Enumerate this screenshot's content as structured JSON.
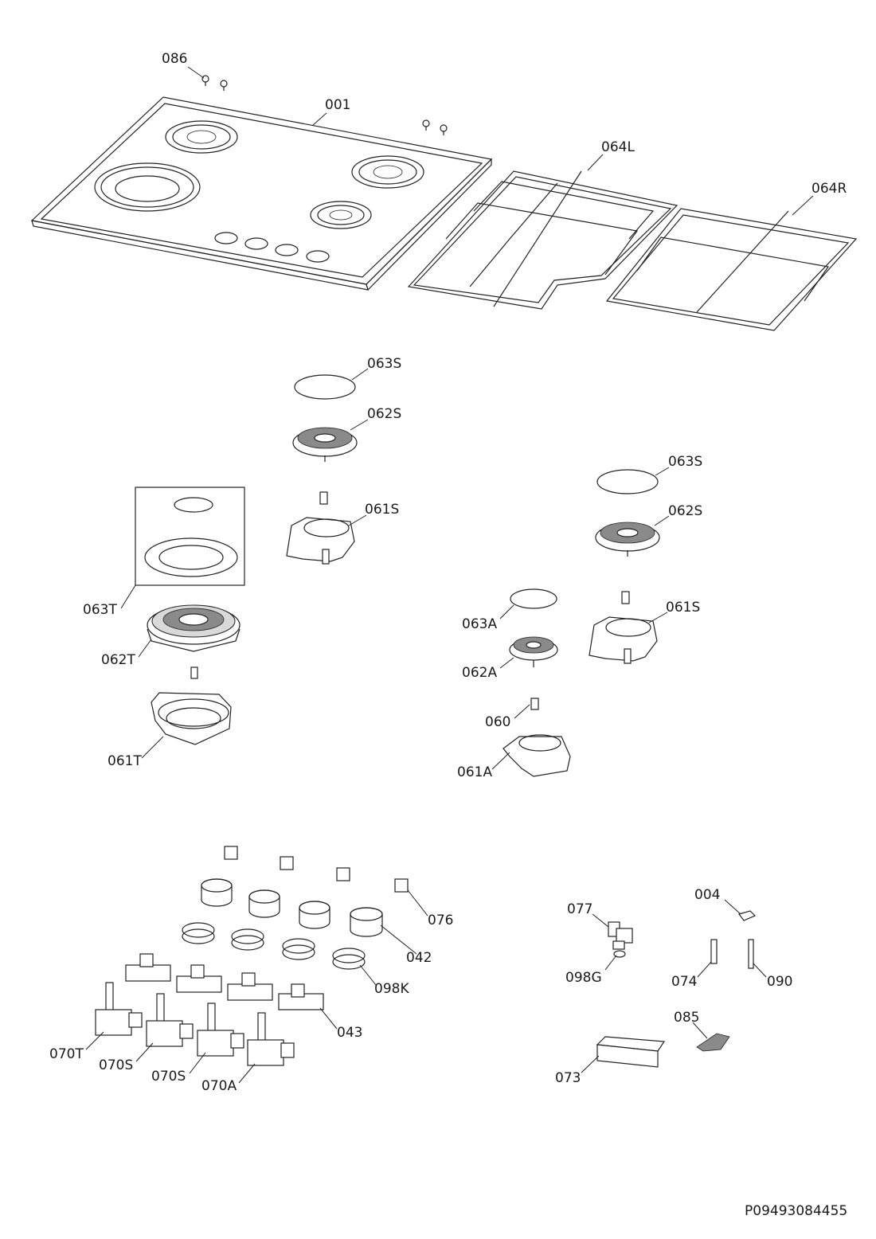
{
  "drawing_code": "P09493084455",
  "callouts": [
    {
      "id": "086",
      "label": "086"
    },
    {
      "id": "001",
      "label": "001"
    },
    {
      "id": "064L",
      "label": "064L"
    },
    {
      "id": "064R",
      "label": "064R"
    },
    {
      "id": "063S_a",
      "label": "063S"
    },
    {
      "id": "062S_a",
      "label": "062S"
    },
    {
      "id": "061S_a",
      "label": "061S"
    },
    {
      "id": "063S_b",
      "label": "063S"
    },
    {
      "id": "062S_b",
      "label": "062S"
    },
    {
      "id": "061S_b",
      "label": "061S"
    },
    {
      "id": "063T",
      "label": "063T"
    },
    {
      "id": "062T",
      "label": "062T"
    },
    {
      "id": "061T",
      "label": "061T"
    },
    {
      "id": "063A",
      "label": "063A"
    },
    {
      "id": "062A",
      "label": "062A"
    },
    {
      "id": "060",
      "label": "060"
    },
    {
      "id": "061A",
      "label": "061A"
    },
    {
      "id": "076",
      "label": "076"
    },
    {
      "id": "042",
      "label": "042"
    },
    {
      "id": "098K",
      "label": "098K"
    },
    {
      "id": "043",
      "label": "043"
    },
    {
      "id": "070T",
      "label": "070T"
    },
    {
      "id": "070S_a",
      "label": "070S"
    },
    {
      "id": "070S_b",
      "label": "070S"
    },
    {
      "id": "070A",
      "label": "070A"
    },
    {
      "id": "077",
      "label": "077"
    },
    {
      "id": "098G",
      "label": "098G"
    },
    {
      "id": "004",
      "label": "004"
    },
    {
      "id": "074",
      "label": "074"
    },
    {
      "id": "090",
      "label": "090"
    },
    {
      "id": "085",
      "label": "085"
    },
    {
      "id": "073",
      "label": "073"
    }
  ]
}
